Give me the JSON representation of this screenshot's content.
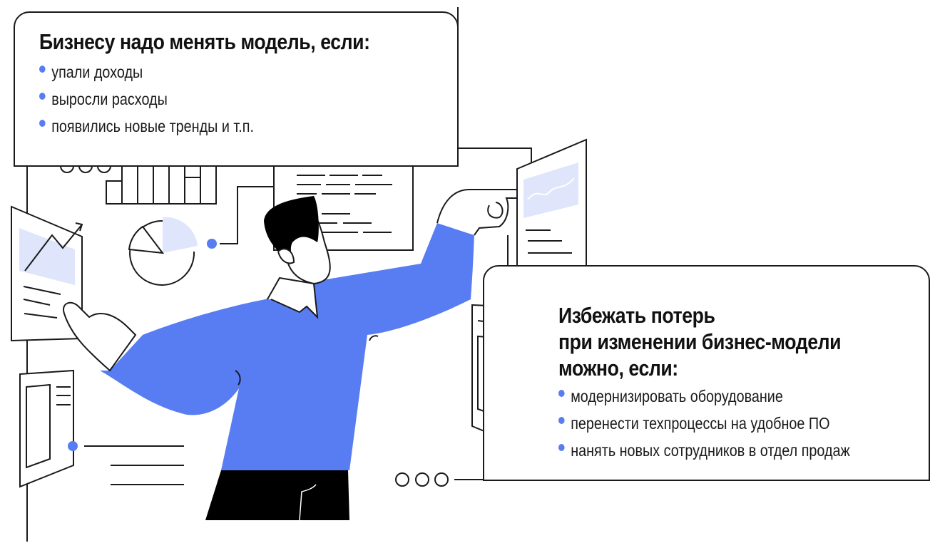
{
  "top_card": {
    "heading": "Бизнесу надо менять модель, если:",
    "bullets": [
      "упали доходы",
      "выросли расходы",
      "появились новые тренды и т.п."
    ]
  },
  "right_card": {
    "heading_lines": [
      "Избежать потерь",
      "при изменении бизнес-модели",
      "можно, если:"
    ],
    "bullets": [
      "модернизировать оборудование",
      "перенести техпроцессы на удобное ПО",
      "нанять новых сотрудников в отдел продаж"
    ]
  },
  "colors": {
    "accent": "#587cf2",
    "accent_light": "#dfe6fb",
    "ink": "#1a1a1a",
    "background": "#ffffff"
  }
}
